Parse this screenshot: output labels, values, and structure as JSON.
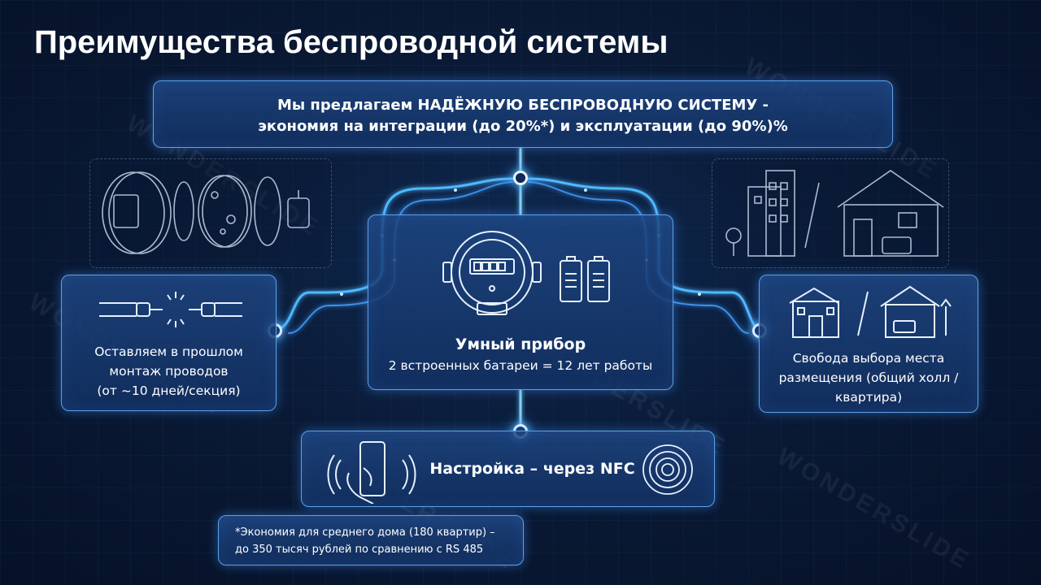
{
  "title": "Преимущества беспроводной системы",
  "top_box": {
    "line1": "Мы предлагаем НАДЁЖНУЮ БЕСПРОВОДНУЮ СИСТЕМУ -",
    "line2": "экономия на интеграции (до 20%*) и эксплуатации (до 90%)%"
  },
  "center_box": {
    "title": "Умный прибор",
    "subtitle": "2 встроенных батареи = 12 лет работы"
  },
  "left_box": {
    "line1": "Оставляем в прошлом",
    "line2": "монтаж проводов",
    "line3": "(от ~10 дней/секция)"
  },
  "right_box": {
    "line1": "Свобода выбора места",
    "line2": "размещения (общий холл /",
    "line3": "квартира)"
  },
  "bottom_box": {
    "label": "Настройка – через NFC"
  },
  "footnote": {
    "line1": "*Экономия для среднего дома (180 квартир) –",
    "line2": "до 350 тысяч рублей по сравнению с RS 485"
  },
  "watermark": "WONDERSLIDE",
  "colors": {
    "background": "#0a1a36",
    "box_fill": "#1a427e",
    "box_border": "#5aa2ea",
    "glow": "#4fb8ff",
    "text": "#ffffff"
  },
  "icons": {
    "meter_parts": "exploded-meter-icon",
    "buildings": "apartment-house-icon",
    "cut_wire": "cut-wire-icon",
    "smart_meter": "smart-meter-icon",
    "batteries": "battery-icon",
    "houses": "house-choice-icon",
    "phone_nfc": "phone-nfc-icon",
    "nfc_target": "nfc-target-icon"
  }
}
